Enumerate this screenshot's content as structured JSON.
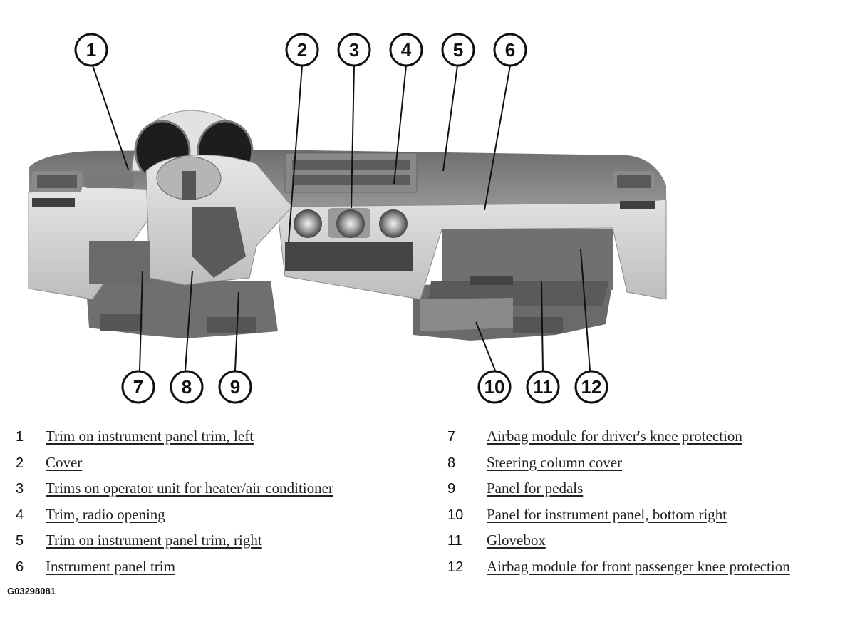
{
  "callouts": [
    "1",
    "2",
    "3",
    "4",
    "5",
    "6",
    "7",
    "8",
    "9",
    "10",
    "11",
    "12"
  ],
  "legend": [
    {
      "num": "1",
      "text": "Trim on instrument panel trim, left"
    },
    {
      "num": "2",
      "text": "Cover"
    },
    {
      "num": "3",
      "text": "Trims on operator unit for heater/air conditioner"
    },
    {
      "num": "4",
      "text": "Trim, radio opening"
    },
    {
      "num": "5",
      "text": "Trim on instrument panel trim, right"
    },
    {
      "num": "6",
      "text": "Instrument panel trim"
    },
    {
      "num": "7",
      "text": "Airbag module for driver's knee protection"
    },
    {
      "num": "8",
      "text": "Steering column cover"
    },
    {
      "num": "9",
      "text": "Panel for pedals"
    },
    {
      "num": "10",
      "text": "Panel for instrument panel, bottom right"
    },
    {
      "num": "11",
      "text": "Glovebox"
    },
    {
      "num": "12",
      "text": "Airbag module for front passenger knee protection"
    }
  ],
  "figure_code": "G03298081"
}
